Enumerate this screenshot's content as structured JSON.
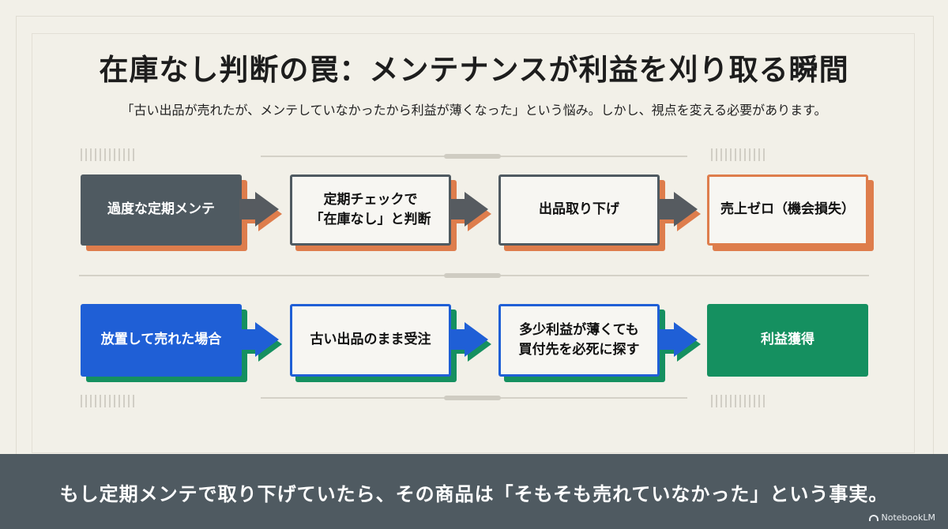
{
  "title": "在庫なし判断の罠：メンテナンスが利益を刈り取る瞬間",
  "subtitle": "「古い出品が売れたが、メンテしていなかったから利益が薄くなった」という悩み。しかし、視点を変える必要があります。",
  "row1": {
    "box1": "過度な定期メンテ",
    "box2_line1": "定期チェックで",
    "box2_line2": "「在庫なし」と判断",
    "box3": "出品取り下げ",
    "box4": "売上ゼロ（機会損失）"
  },
  "row2": {
    "box1": "放置して売れた場合",
    "box2": "古い出品のまま受注",
    "box3_line1": "多少利益が薄くても",
    "box3_line2": "買付先を必死に探す",
    "box4": "利益獲得"
  },
  "footer": "もし定期メンテで取り下げていたら、その商品は「そもそも売れていなかった」という事実。",
  "brand": "NotebookLM",
  "colors": {
    "dark_slate": "#4f5a61",
    "orange": "#de7d4c",
    "blue": "#1f5fd6",
    "green": "#159060",
    "arrow_gray": "#565b60"
  }
}
